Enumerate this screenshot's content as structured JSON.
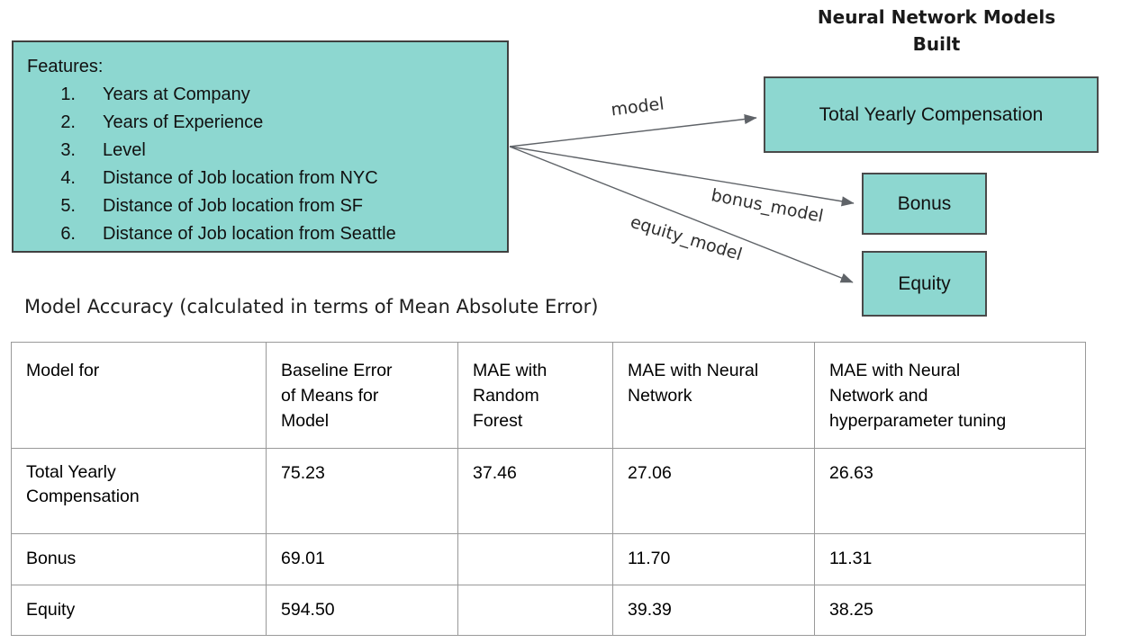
{
  "diagram": {
    "heading": {
      "line1": "Neural Network Models",
      "line2": "Built"
    },
    "features_box": {
      "title": "Features:",
      "items": [
        {
          "num": "1.",
          "text": "Years at Company"
        },
        {
          "num": "2.",
          "text": "Years of Experience"
        },
        {
          "num": "3.",
          "text": "Level"
        },
        {
          "num": "4.",
          "text": "Distance of Job location from NYC"
        },
        {
          "num": "5.",
          "text": "Distance of Job location from SF"
        },
        {
          "num": "6.",
          "text": "Distance of Job location from Seattle"
        }
      ]
    },
    "arrows": [
      {
        "label": "model",
        "target": "Total Yearly Compensation"
      },
      {
        "label": "bonus_model",
        "target": "Bonus"
      },
      {
        "label": "equity_model",
        "target": "Equity"
      }
    ],
    "model_boxes": [
      {
        "label": "Total Yearly Compensation"
      },
      {
        "label": "Bonus"
      },
      {
        "label": "Equity"
      }
    ]
  },
  "table_caption": "Model Accuracy (calculated in terms of Mean Absolute Error)",
  "chart_data": {
    "type": "table",
    "title": "Model Accuracy (calculated in terms of Mean Absolute Error)",
    "columns": [
      "Model for",
      "Baseline Error of Means for Model",
      "MAE with Random Forest",
      "MAE with Neural Network",
      "MAE with Neural Network and hyperparameter tuning"
    ],
    "rows": [
      [
        "Total Yearly Compensation",
        "75.23",
        "37.46",
        "27.06",
        "26.63"
      ],
      [
        "Bonus",
        "69.01",
        "",
        "11.70",
        "11.31"
      ],
      [
        "Equity",
        "594.50",
        "",
        "39.39",
        "38.25"
      ]
    ]
  },
  "colors": {
    "box_fill": "#8dd7d0",
    "box_border": "#404040",
    "arrow": "#5f6368",
    "table_border": "#999999",
    "text": "#111111"
  }
}
